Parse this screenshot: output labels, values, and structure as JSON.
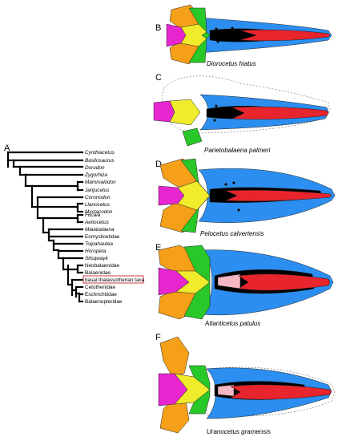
{
  "tree": {
    "label": "A",
    "taxa": [
      {
        "name": "Cynthiacetus",
        "italic": true
      },
      {
        "name": "Basilosaurus",
        "italic": true
      },
      {
        "name": "Dorudon",
        "italic": true
      },
      {
        "name": "Zygorhiza",
        "italic": true
      },
      {
        "name": "Mammalodon",
        "italic": true
      },
      {
        "name": "Janjucetus",
        "italic": true
      },
      {
        "name": "Coronodon",
        "italic": true
      },
      {
        "name": "Llanocetus",
        "italic": true
      },
      {
        "name": "Mystacodon",
        "italic": true
      },
      {
        "name": "Fucaia",
        "italic": true
      },
      {
        "name": "Aetiocetus",
        "italic": true
      },
      {
        "name": "Maiabalaena",
        "italic": true
      },
      {
        "name": "Eomysticetidae",
        "italic": false
      },
      {
        "name": "Toipahautea",
        "italic": true
      },
      {
        "name": "Horopeta",
        "italic": true
      },
      {
        "name": "Sitsqwayk",
        "italic": true
      },
      {
        "name": "Neobalaenidae",
        "italic": false
      },
      {
        "name": "Balaenidae",
        "italic": false
      },
      {
        "name": "basal thalassotherian taxa",
        "italic": false
      },
      {
        "name": "Cetotheriidae",
        "italic": false
      },
      {
        "name": "Eschrichtiidae",
        "italic": false
      },
      {
        "name": "Balaenopteridae",
        "italic": false
      }
    ]
  },
  "panels": [
    {
      "letter": "B",
      "species": "Diorocetus hiatus"
    },
    {
      "letter": "C",
      "species": "Parietobalaena palmeri"
    },
    {
      "letter": "D",
      "species": "Pelocetus calvertensis"
    },
    {
      "letter": "E",
      "species": "Atlanticetus patulus"
    },
    {
      "letter": "F",
      "species": "Uranocetus gramensis"
    }
  ],
  "colors": {
    "maxilla": "#2b8ef0",
    "premaxilla": "#e8242c",
    "nasal": "#000000",
    "frontal": "#f0ec2c",
    "parietal": "#28c828",
    "occipital": "#e826d0",
    "squamosal": "#f5a018",
    "vomer": "#f4b6c2",
    "highlight": "#c8242c"
  }
}
